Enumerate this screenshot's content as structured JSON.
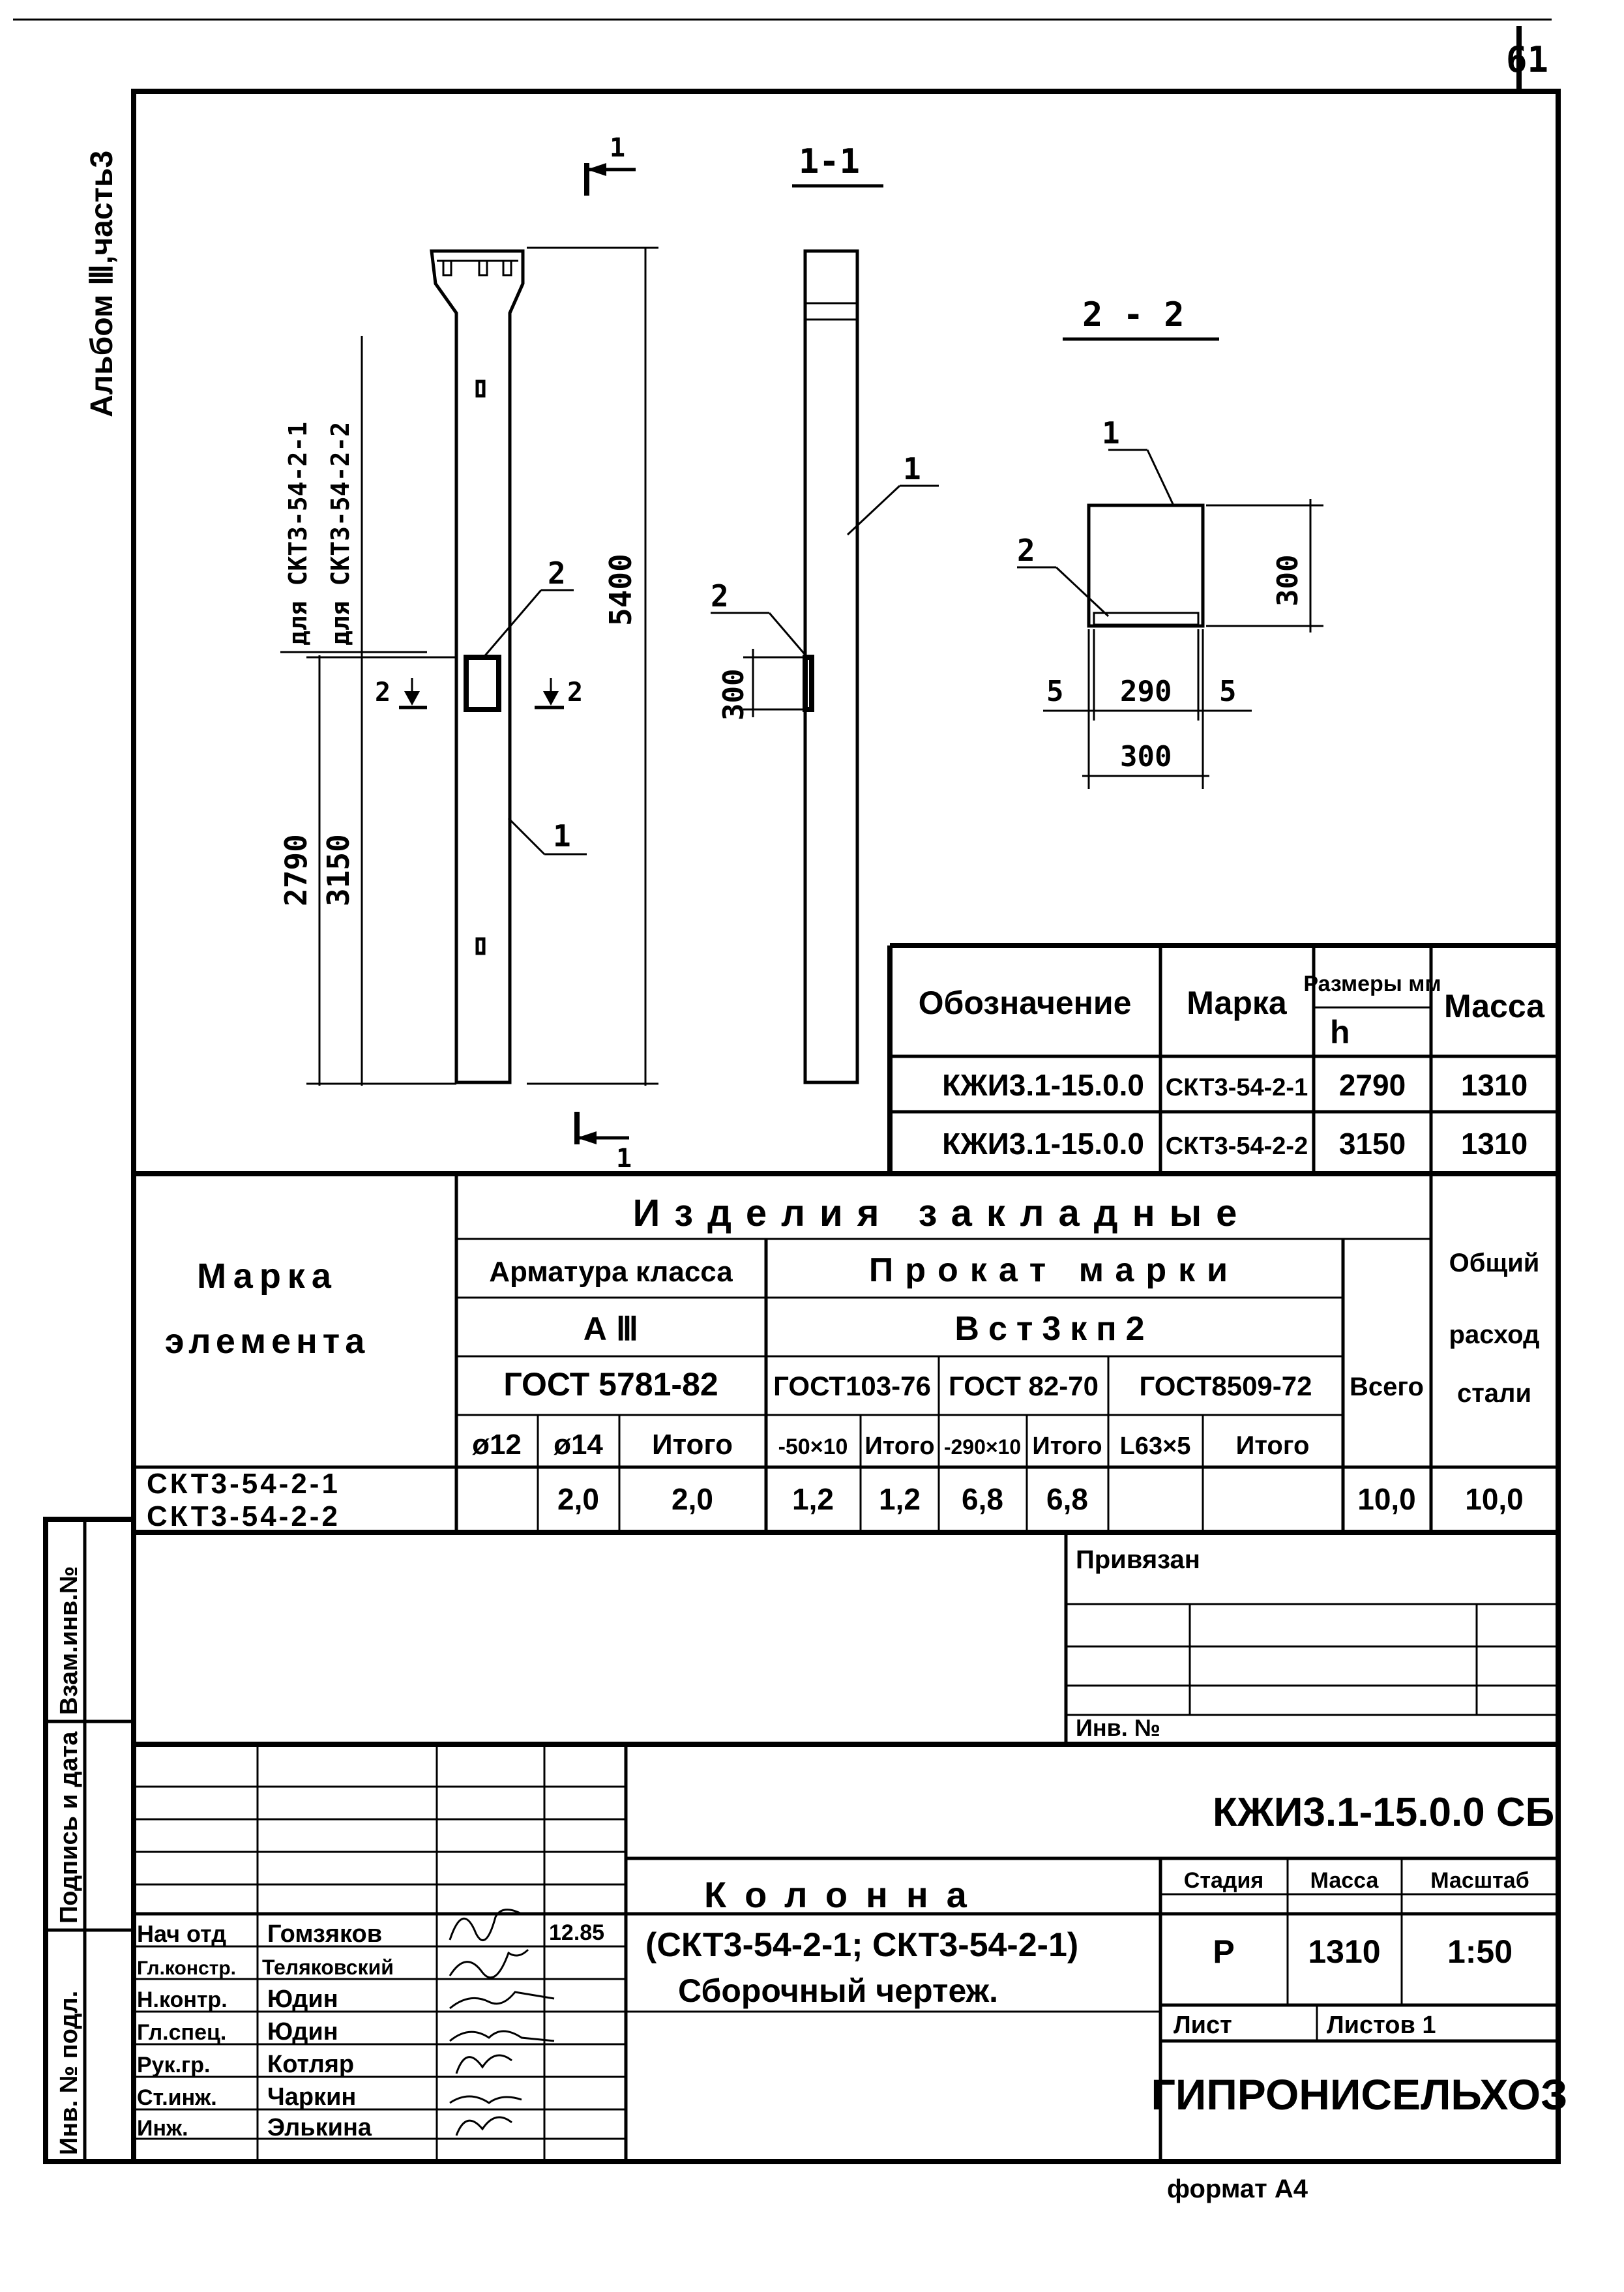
{
  "page_number": "61",
  "album_label": "Альбом Ⅲ,часть3",
  "drawing": {
    "section_marker": "1",
    "section_1_title": "1-1",
    "section_2_title": "2 - 2",
    "label_for_1": "для СКТ3-54-2-1",
    "label_for_2": "для СКТ3-54-2-2",
    "dim_total_length": "5400",
    "dim_h1": "2790",
    "dim_h2": "3150",
    "dim_plate": "300",
    "dim_height": "300",
    "dim_inner": "290",
    "dim_edge": "5",
    "dim_width": "300",
    "pos_1": "1",
    "pos_2": "2"
  },
  "spec_table": {
    "headers": {
      "designation": "Обозначение",
      "mark": "Марка",
      "dims": "Размеры мм",
      "dim_h": "h",
      "mass": "Масса"
    },
    "rows": [
      {
        "designation": "КЖИ3.1-15.0.0",
        "mark": "СКТ3-54-2-1",
        "h": "2790",
        "mass": "1310"
      },
      {
        "designation": "КЖИ3.1-15.0.0",
        "mark": "СКТ3-54-2-2",
        "h": "3150",
        "mass": "1310"
      }
    ]
  },
  "steel_table": {
    "mark_header_1": "Марка",
    "mark_header_2": "элемента",
    "embedded_header": "Изделия закладные",
    "rebar_header": "Арматура класса",
    "rebar_class": "А Ⅲ",
    "rebar_gost": "ГОСТ 5781-82",
    "rolled_header": "Прокат марки",
    "rolled_grade": "Вст3кп2",
    "gost_a": "ГОСТ103-76",
    "gost_b": "ГОСТ 82-70",
    "gost_c": "ГОСТ8509-72",
    "total_header": "Всего",
    "general_header_1": "Общий",
    "general_header_2": "расход",
    "general_header_3": "стали",
    "cols": [
      "ø12",
      "ø14",
      "Итого",
      "-50×10",
      "Итого",
      "-290×10",
      "Итого",
      "L63×5",
      "Итого"
    ],
    "row_marks": [
      "СКТ3-54-2-1",
      "СКТ3-54-2-2"
    ],
    "row_values": [
      "",
      "2,0",
      "2,0",
      "1,2",
      "1,2",
      "6,8",
      "6,8",
      "",
      "",
      "10,0",
      "10,0"
    ]
  },
  "binding": {
    "title": "Привязан",
    "inv_label": "Инв. №"
  },
  "side_stamp": {
    "labels": [
      "Взам.инв.№",
      "Подпись и дата",
      "Инв. № подл."
    ]
  },
  "title_block": {
    "code": "КЖИ3.1-15.0.0 СБ",
    "name_1": "Колонна",
    "name_2": "(СКТ3-54-2-1; СКТ3-54-2-1)",
    "name_3": "Сборочный чертеж.",
    "stage_header": "Стадия",
    "mass_header": "Масса",
    "scale_header": "Масштаб",
    "stage": "Р",
    "mass": "1310",
    "scale": "1:50",
    "sheet_label": "Лист",
    "sheets_label": "Листов 1",
    "org": "ГИПРОНИСЕЛЬХОЗ",
    "format": "формат А4",
    "date": "12.85",
    "roles": [
      {
        "role": "Нач отд",
        "name": "Гомзяков"
      },
      {
        "role": "Гл.констр.",
        "name": "Теляковский"
      },
      {
        "role": "Н.контр.",
        "name": "Юдин"
      },
      {
        "role": "Гл.спец.",
        "name": "Юдин"
      },
      {
        "role": "Рук.гр.",
        "name": "Котляр"
      },
      {
        "role": "Ст.инж.",
        "name": "Чаркин"
      },
      {
        "role": "Инж.",
        "name": "Элькина"
      }
    ]
  }
}
